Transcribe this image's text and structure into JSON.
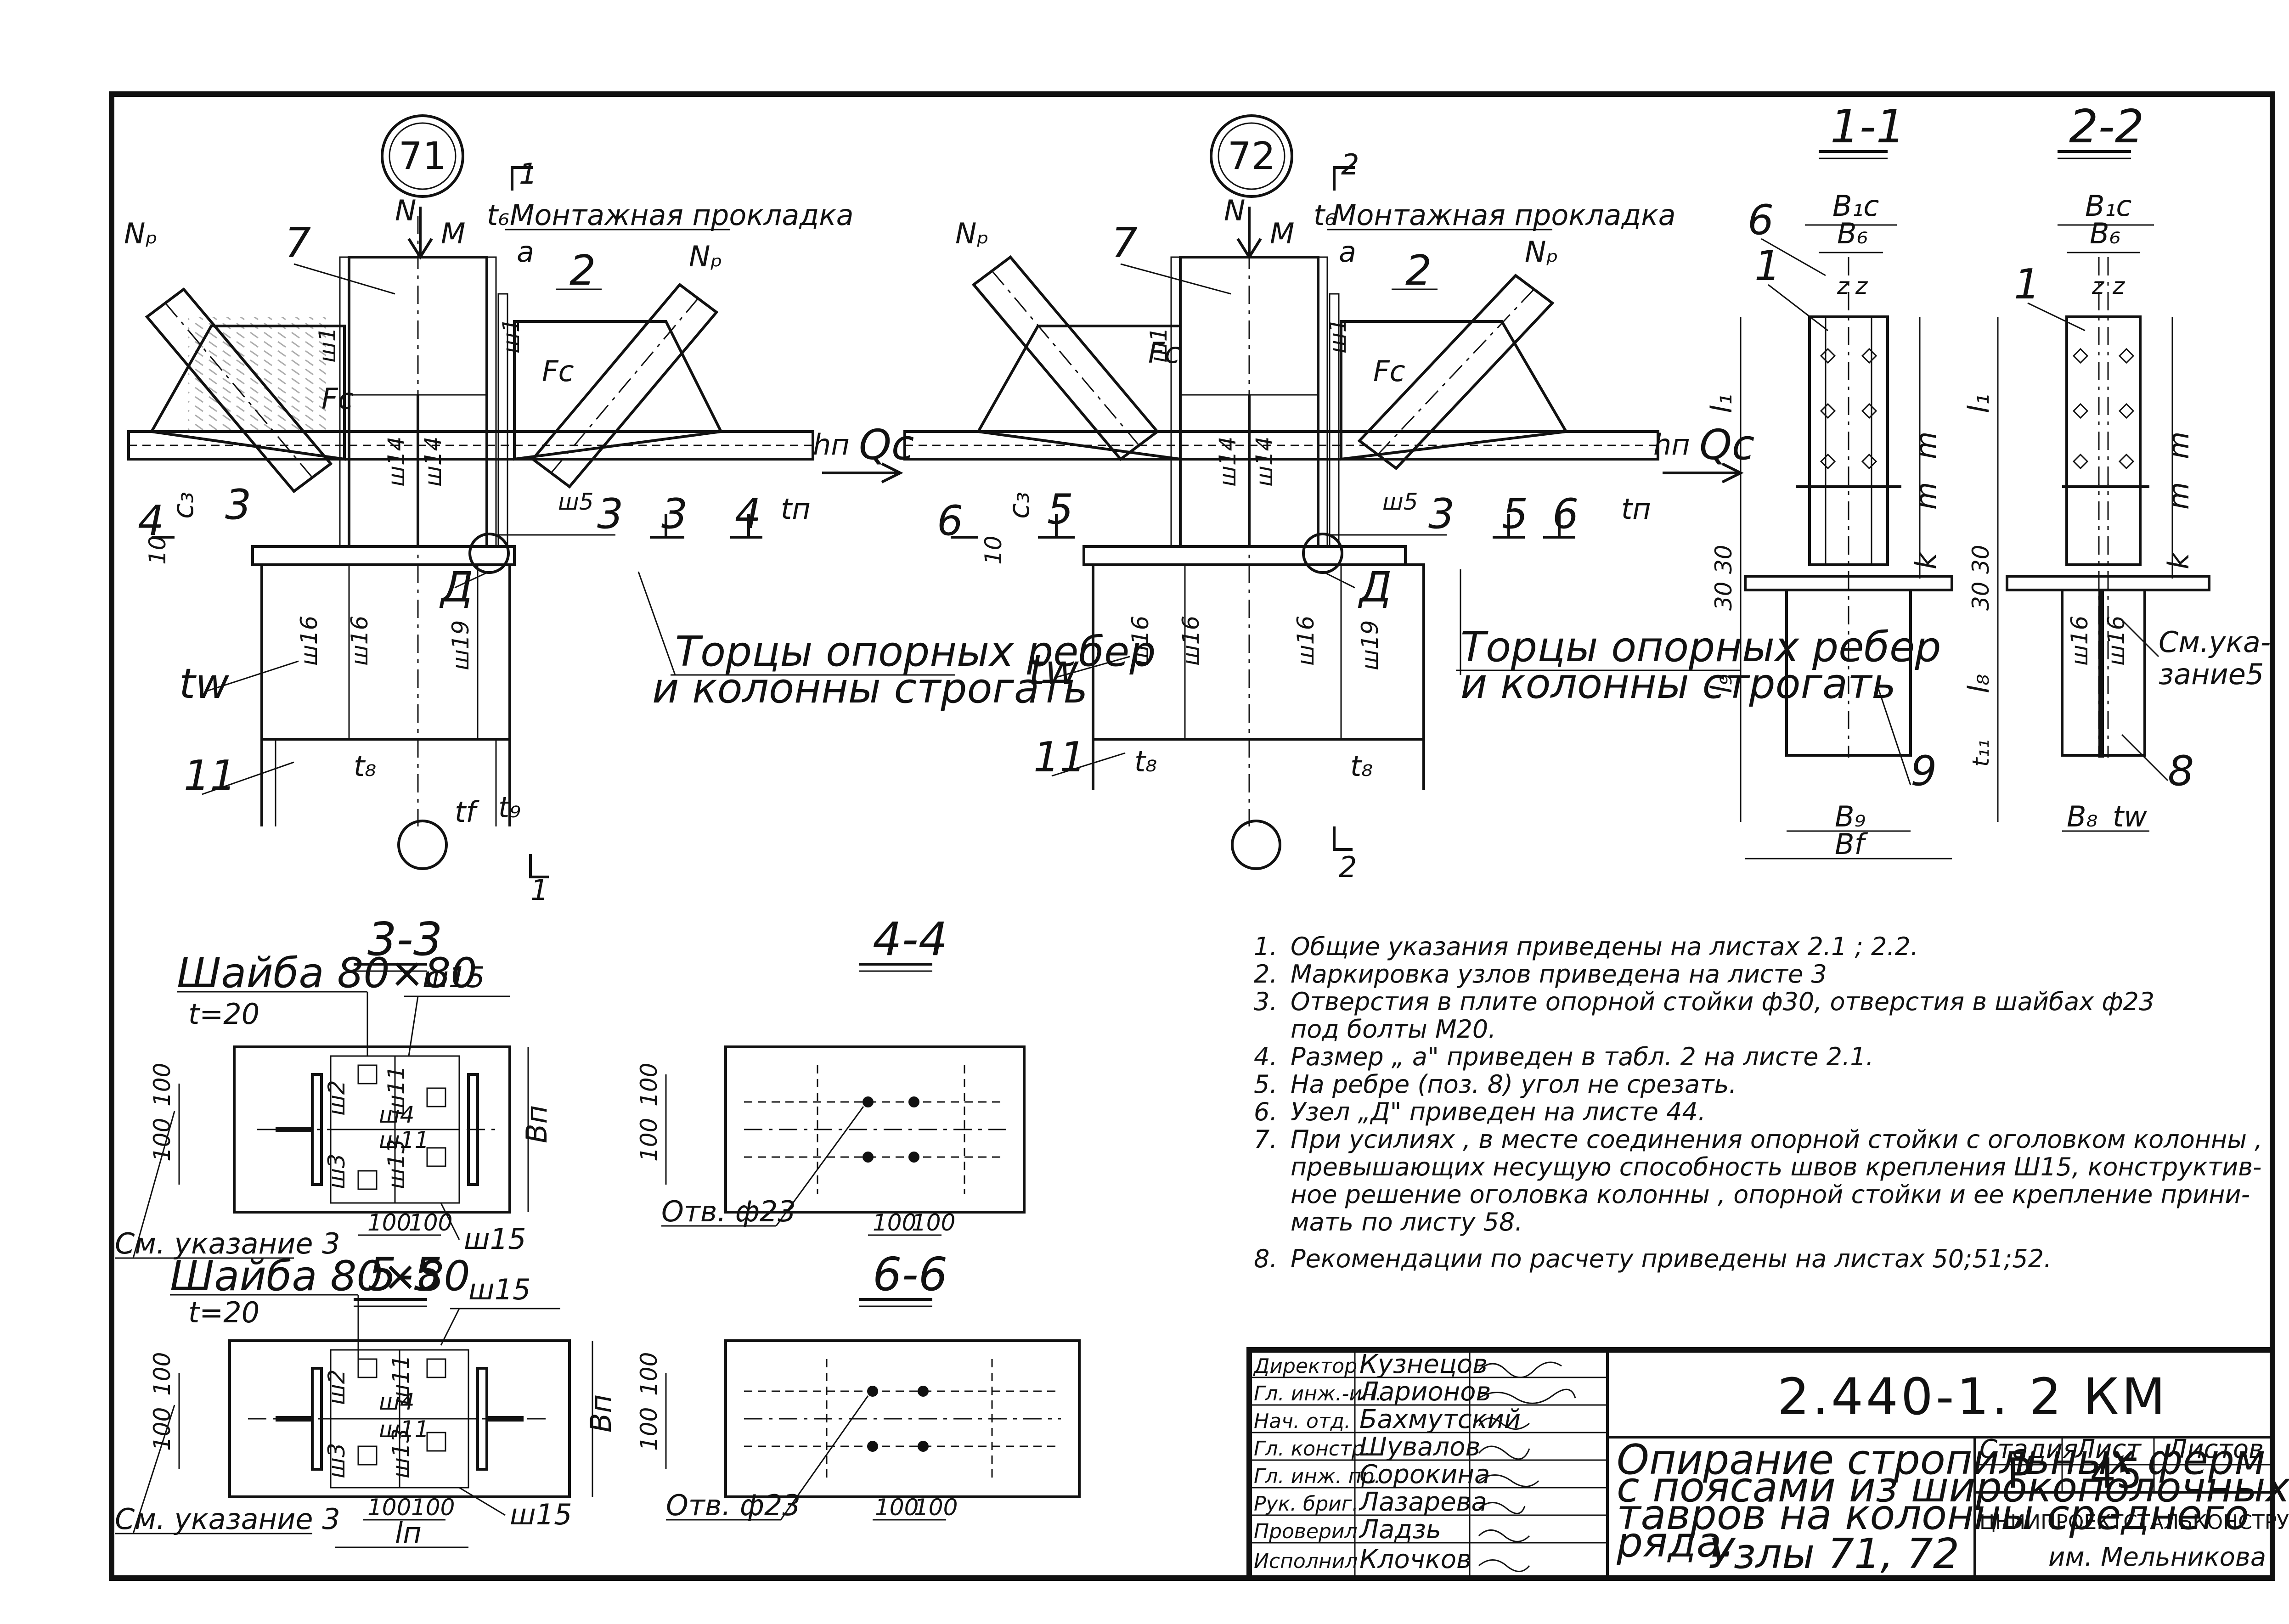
{
  "node_71": {
    "number": "71",
    "cut_mark": "1",
    "cut_mark_bottom": "1",
    "mounting_pad": "Монтажная прокладка",
    "planed_line1": "Торцы опорных ребер",
    "planed_line2": "и колонны строгать",
    "labels": {
      "N": "N",
      "M": "M",
      "tb": "t₆",
      "a": "a",
      "Np_left": "Nₚ",
      "Np_right": "Nₚ",
      "p7": "7",
      "p2": "2",
      "p3a": "3",
      "p3b": "3",
      "p11": "11",
      "Fc": "Fc",
      "sh1a": "ш1",
      "sh1b": "ш1",
      "sh14a": "ш14",
      "sh14b": "ш14",
      "sh5": "ш5",
      "sh16a": "ш16",
      "sh16b": "ш16",
      "sh19": "ш19",
      "hn": "hп",
      "tn": "tп",
      "Qc": "Qc",
      "c3": "c₃",
      "ten": "10",
      "D": "Д",
      "tw": "tw",
      "t8": "t₈",
      "tf": "tf",
      "t9": "t₉",
      "sec3": "3",
      "sec4a": "4",
      "sec4b": "4"
    }
  },
  "node_72": {
    "number": "72",
    "cut_mark": "2",
    "cut_mark_bottom": "2",
    "mounting_pad": "Монтажная прокладка",
    "planed_line1": "Торцы опорных ребер",
    "planed_line2": "и колонны строгать",
    "labels": {
      "N": "N",
      "M": "M",
      "tb": "t₆",
      "a": "a",
      "Np_left": "Nₚ",
      "Np_right": "Nₚ",
      "p7": "7",
      "p2": "2",
      "p3": "3",
      "p11": "11",
      "Fc": "Fc",
      "sh1a": "ш1",
      "sh1b": "ш1",
      "sh14a": "ш14",
      "sh14b": "ш14",
      "sh5": "ш5",
      "sh16a": "ш16",
      "sh16b": "ш16",
      "sh16c": "ш16",
      "sh19": "ш19",
      "hn": "hп",
      "tn": "tп",
      "Qc": "Qc",
      "c3": "c₃",
      "ten": "10",
      "D": "Д",
      "tw": "tw",
      "t8a": "t₈",
      "t8b": "t₈",
      "sec5a": "5",
      "sec5b": "5",
      "sec6a": "6",
      "sec6b": "6"
    }
  },
  "section_1_1": {
    "title": "1-1",
    "labels": {
      "b1c": "B₁c",
      "bb": "B₆",
      "p6": "6",
      "p1": "1",
      "p9": "9",
      "l1": "l₁",
      "m1": "m",
      "m2": "m",
      "k": "k",
      "thirty_a": "30",
      "thirty_b": "30",
      "l9": "l₉",
      "b9": "B₉",
      "bf": "Bf",
      "z1": "z",
      "z2": "z"
    }
  },
  "section_2_2": {
    "title": "2-2",
    "labels": {
      "b1c": "B₁c",
      "bb": "B₆",
      "p1": "1",
      "p8": "8",
      "l1": "l₁",
      "m1": "m",
      "m2": "m",
      "k": "k",
      "thirty_a": "30",
      "thirty_b": "30",
      "l8": "l₈",
      "t11": "t₁₁",
      "b8": "B₈",
      "tw": "tw",
      "sh16a": "ш16",
      "sh16b": "ш16",
      "note_ref1": "См.ука-",
      "note_ref2": "зание5",
      "z1": "z",
      "z2": "z"
    }
  },
  "section_3_3": {
    "title": "3-3",
    "washer": "Шайба  80×80",
    "thickness": "t=20",
    "see_note": "См. указание 3",
    "sh15a": "ш15",
    "sh15b": "ш15",
    "bn": "Bп",
    "dim100_v1": "100",
    "dim100_v2": "100",
    "dim100_h1": "100",
    "dim100_h2": "100",
    "welds": [
      "ш4",
      "ш2",
      "ш11",
      "ш3",
      "ш11",
      "ш13"
    ]
  },
  "section_4_4": {
    "title": "4-4",
    "hole": "Отв. ф23",
    "dim100_v1": "100",
    "dim100_v2": "100",
    "dim100_h1": "100",
    "dim100_h2": "100"
  },
  "section_5_5": {
    "title": "5-5",
    "washer": "Шайба  80×80",
    "thickness": "t=20",
    "see_note": "См. указание 3",
    "sh15a": "ш15",
    "sh15b": "ш15",
    "bn": "Bп",
    "ln": "lп",
    "dim100_v1": "100",
    "dim100_v2": "100",
    "dim100_h1": "100",
    "dim100_h2": "100",
    "welds": [
      "ш2",
      "ш4",
      "ш11",
      "ш3",
      "ш11",
      "ш13"
    ]
  },
  "section_6_6": {
    "title": "6-6",
    "hole": "Отв. ф23",
    "dim100_v1": "100",
    "dim100_v2": "100",
    "dim100_h1": "100",
    "dim100_h2": "100"
  },
  "notes": [
    {
      "n": "1.",
      "lines": [
        "Общие  указания   приведены  на листах  2.1 ; 2.2."
      ]
    },
    {
      "n": "2.",
      "lines": [
        "Маркировка  узлов  приведена  на листе  3"
      ]
    },
    {
      "n": "3.",
      "lines": [
        "Отверстия   в плите   опорной  стойки  ф30,  отверстия  в шайбах  ф23",
        "под  болты  М20."
      ]
    },
    {
      "n": "4.",
      "lines": [
        "Размер „ a\" приведен  в табл. 2  на листе  2.1."
      ]
    },
    {
      "n": "5.",
      "lines": [
        "На  ребре  (поз. 8)  угол не срезать."
      ]
    },
    {
      "n": "6.",
      "lines": [
        "Узел „Д\" приведен   на листе 44."
      ]
    },
    {
      "n": "7.",
      "lines": [
        "При  усилиях ,  в месте  соединения  опорной  стойки  с оголовком колонны ,",
        "превышающих   несущую  способность   швов  крепления  Ш15, конструктив-",
        "ное   решение   оголовка   колонны , опорной  стойки  и ее  крепление  прини-",
        "мать  по листу  58."
      ]
    },
    {
      "n": "8.",
      "lines": [
        "Рекомендации   по расчету    приведены   на листах  50;51;52."
      ]
    }
  ],
  "title_block": {
    "code": "2.440-1. 2 КМ",
    "title_lines": [
      "Опирание стропильных ферм",
      "с поясами из широкополочных",
      "тавров на колонны среднего",
      "ряда."
    ],
    "nodes": "Узлы  71, 72",
    "stage_label": "Стадия",
    "sheet_label": "Лист",
    "sheets_label": "Листов",
    "stage": "Р",
    "sheet": "45",
    "sheets": "",
    "org_line1": "ЦНИИПРОЕКТСТАЛЬКОНСТРУКЦИЯ",
    "org_line2": "им. Мельникова",
    "staff": [
      {
        "role": "Директор",
        "name": "Кузнецов"
      },
      {
        "role": "Гл. инж.-ин.",
        "name": "Ларионов"
      },
      {
        "role": "Нач. отд.",
        "name": "Бахмутский"
      },
      {
        "role": "Гл. констр.",
        "name": "Шувалов"
      },
      {
        "role": "Гл. инж. пр.",
        "name": "Сорокина"
      },
      {
        "role": "Рук. бриг.",
        "name": "Лазарева"
      },
      {
        "role": "Проверил",
        "name": "Ладзь"
      },
      {
        "role": "Исполнил",
        "name": "Клочков"
      }
    ]
  }
}
